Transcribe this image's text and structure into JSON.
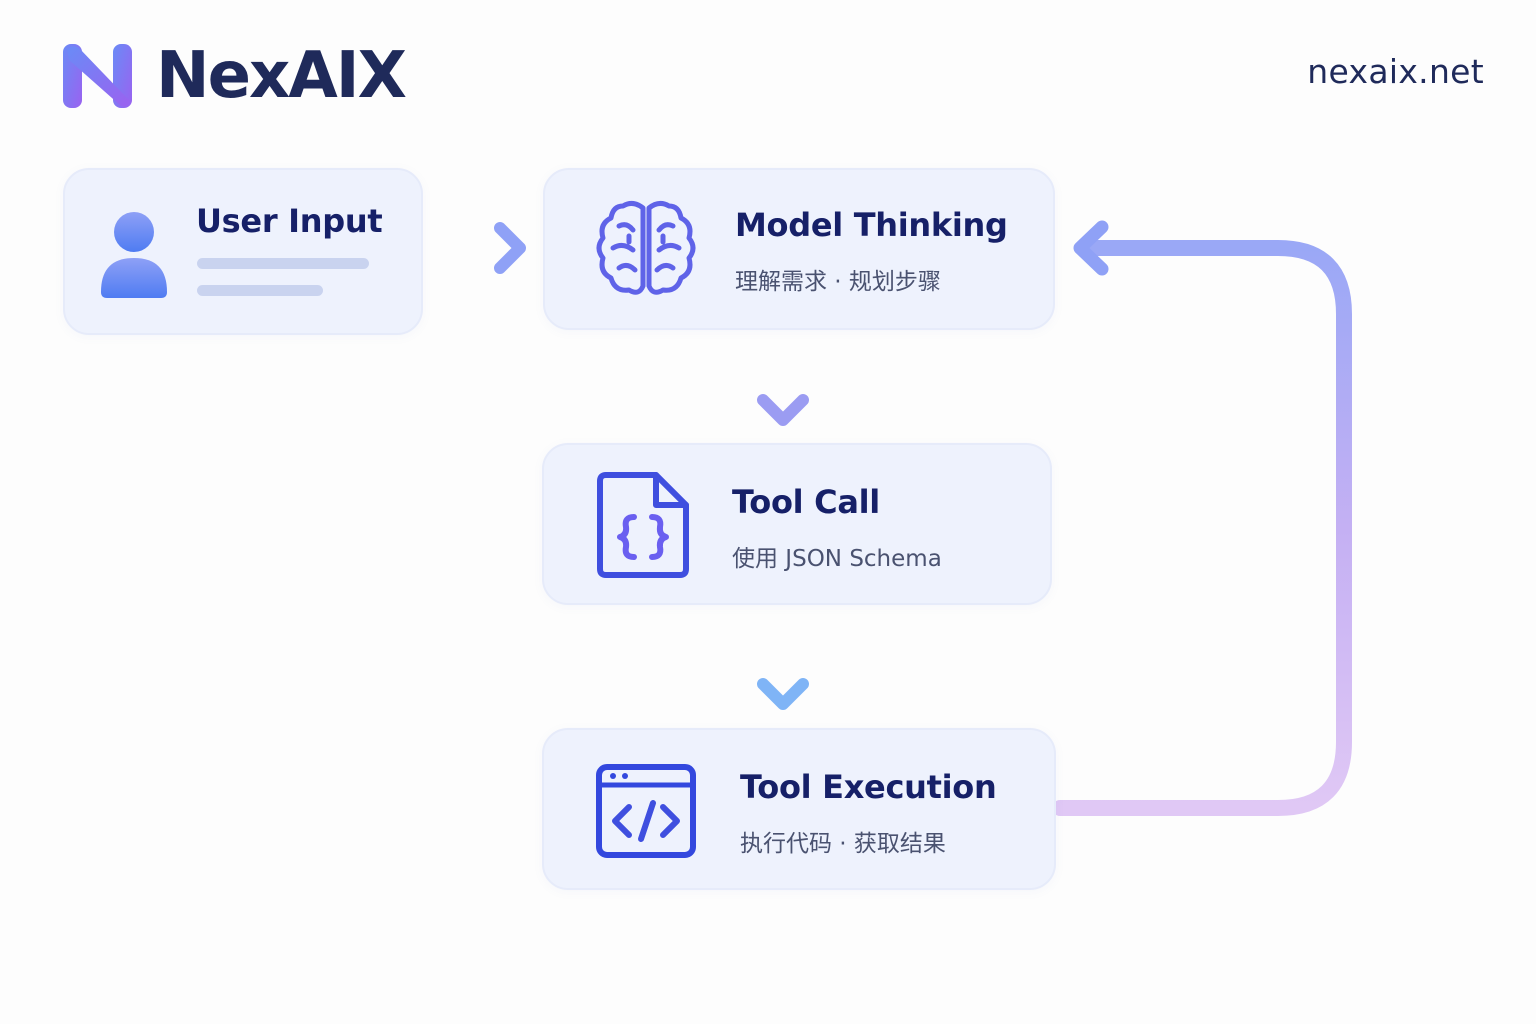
{
  "header": {
    "brand_name": "NexAIX",
    "logo_icon": "n-logo-icon",
    "site_url": "nexaix.net"
  },
  "flow": {
    "user_input": {
      "title": "User Input",
      "icon": "user-icon"
    },
    "model_thinking": {
      "title": "Model Thinking",
      "subtitle": "理解需求 · 规划步骤",
      "icon": "brain-icon"
    },
    "tool_call": {
      "title": "Tool Call",
      "subtitle": "使用 JSON Schema",
      "icon": "json-file-icon"
    },
    "tool_execution": {
      "title": "Tool Execution",
      "subtitle": "执行代码 · 获取结果",
      "icon": "code-window-icon"
    }
  },
  "colors": {
    "card_background": "#eef2fd",
    "title_text": "#162068",
    "icon_blue": "#3d4fe0",
    "arrow_blue": "#7e94f7",
    "loop_purple": "#c9a8f2"
  }
}
